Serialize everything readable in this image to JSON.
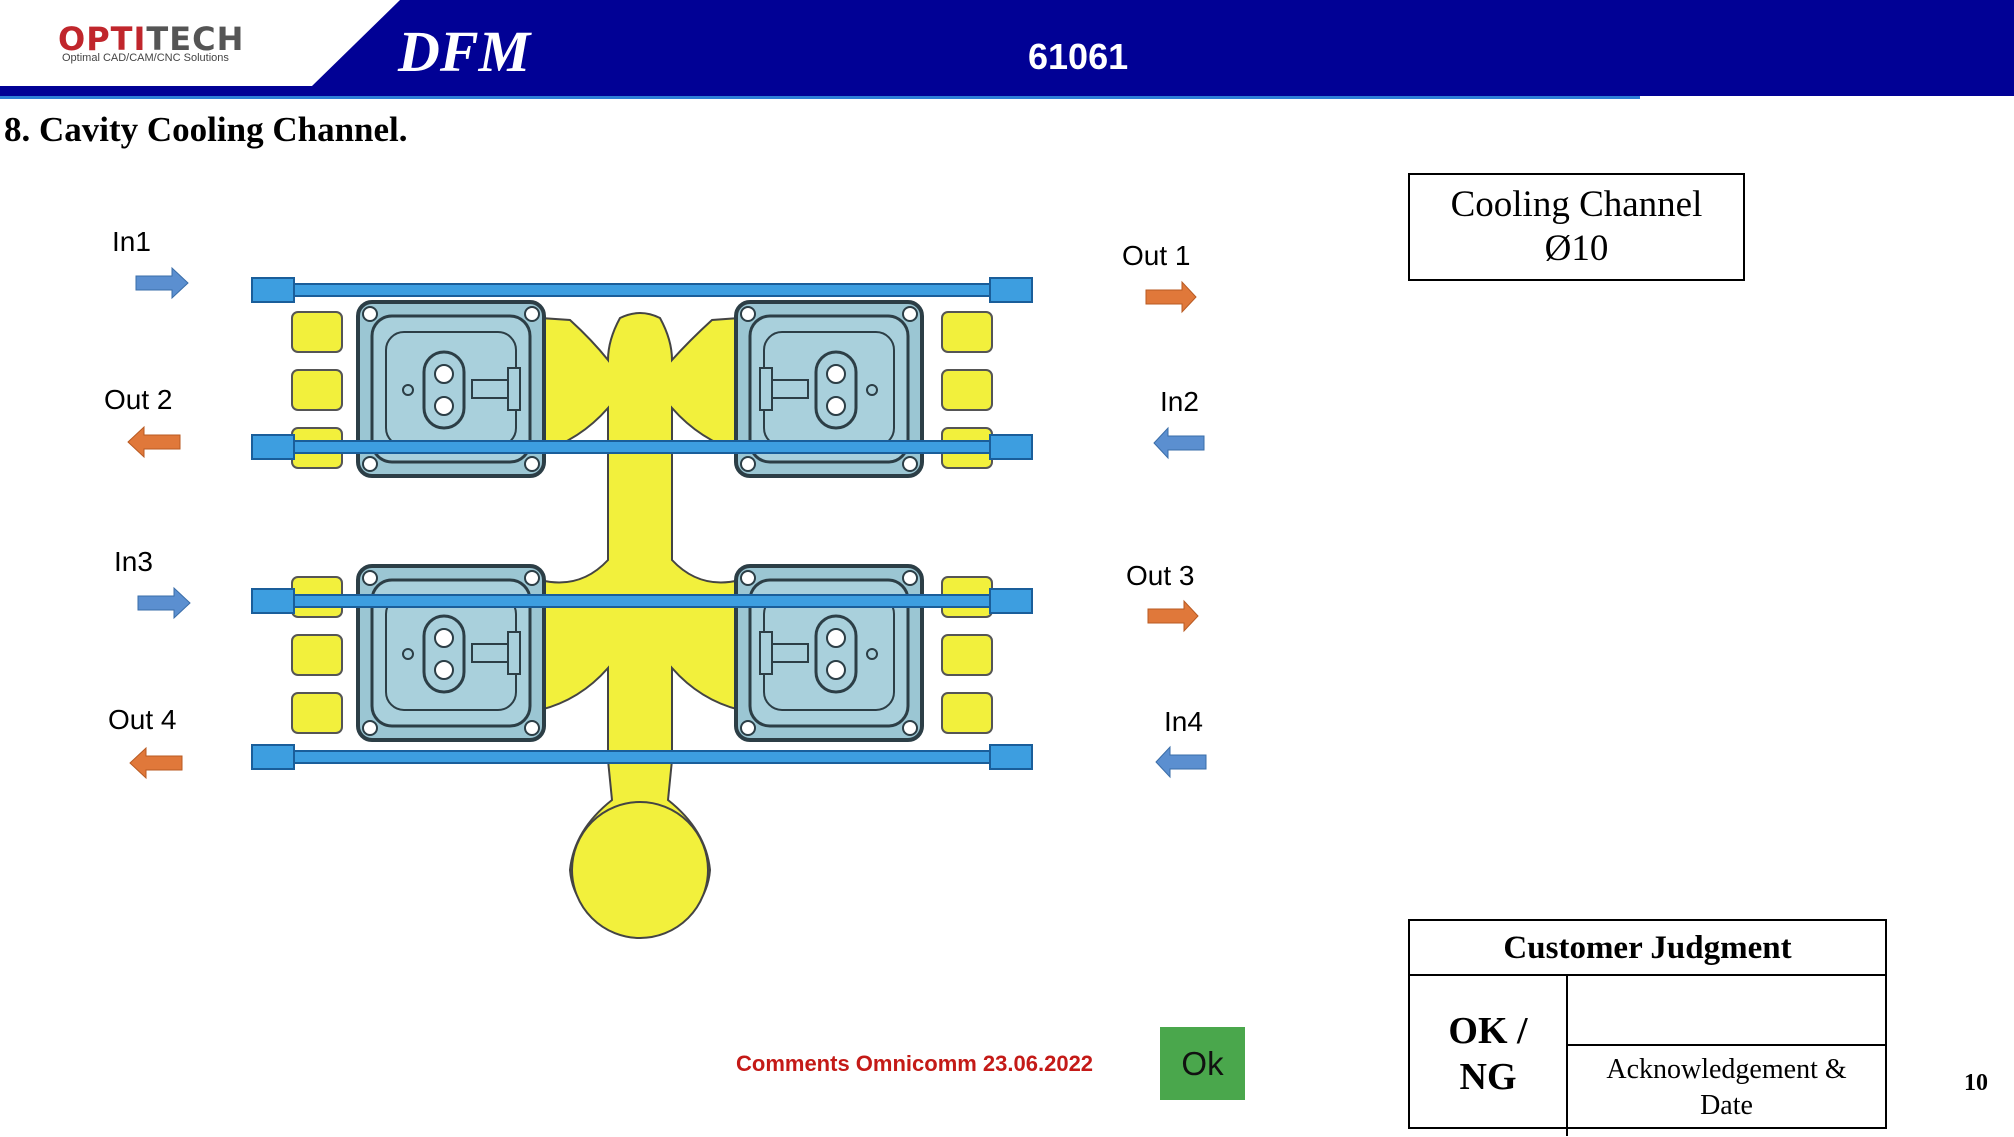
{
  "header": {
    "logo_main_part1": "OPTI",
    "logo_main_part2": "TECH",
    "logo_subtitle": "Optimal CAD/CAM/CNC Solutions",
    "doc_title": "DFM",
    "doc_number": "61061"
  },
  "section_title": "8. Cavity Cooling Channel.",
  "spec": {
    "line1": "Cooling Channel",
    "line2": "Ø10"
  },
  "labels": {
    "in1": "In1",
    "out1": "Out 1",
    "out2": "Out 2",
    "in2": "In2",
    "in3": "In3",
    "out3": "Out 3",
    "out4": "Out 4",
    "in4": "In4"
  },
  "colors": {
    "header_bg": "#010195",
    "inlet_arrow": "#5b8fd0",
    "outlet_arrow": "#e0783a",
    "cooling_channel": "#3d9ee0",
    "runner": "#f2f03c",
    "cavity": "#9bc6d3",
    "ok_button": "#4aa74c",
    "comment_text": "#c41a17"
  },
  "customer_judgment": {
    "title": "Customer Judgment",
    "ok": "OK  /",
    "ng": "NG",
    "ack_line1": "Acknowledgement &",
    "ack_line2": "Date"
  },
  "comment": "Comments Omnicomm 23.06.2022",
  "ok_button_label": "Ok",
  "page_number": "10"
}
